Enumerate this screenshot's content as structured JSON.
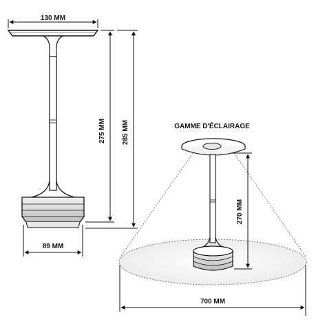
{
  "title": "GAMME D'ÉCLAIRAGE",
  "dimensions": {
    "head_width": "130 MM",
    "base_width": "89 MM",
    "height_275": "275 MM",
    "height_285": "285 MM",
    "height_270": "270 MM",
    "light_range": "700 MM"
  },
  "colors": {
    "line": "#111111",
    "dashed": "#666666"
  }
}
